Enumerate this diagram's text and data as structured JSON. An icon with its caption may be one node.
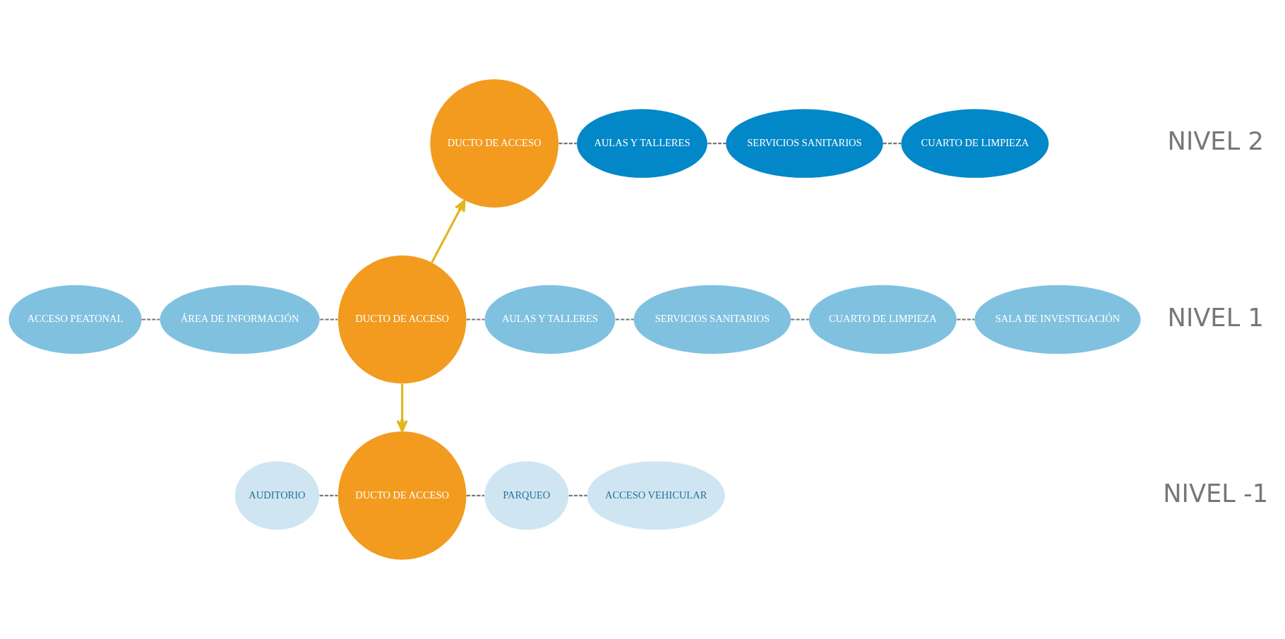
{
  "diagram": {
    "nodes": [
      {
        "text": [
          "DUCTO DE ACCESO"
        ]
      },
      {
        "text": [
          "AULAS Y TALLERES"
        ]
      },
      {
        "text": [
          "SERVICIOS SANITARIOS"
        ]
      },
      {
        "text": [
          "CUARTO DE LIMPIEZA"
        ]
      },
      {
        "text": [
          "ACCESO PEATONAL"
        ]
      },
      {
        "text": [
          "ÁREA DE INFORMACIÓN"
        ]
      },
      {
        "text": [
          "DUCTO DE ACCESO"
        ]
      },
      {
        "text": [
          "AULAS Y TALLERES"
        ]
      },
      {
        "text": [
          "SERVICIOS SANITARIOS"
        ]
      },
      {
        "text": [
          "CUARTO DE LIMPIEZA"
        ]
      },
      {
        "text": [
          "SALA DE INVESTIGACIÓN"
        ]
      },
      {
        "text": [
          "AUDITORIO"
        ]
      },
      {
        "text": [
          "DUCTO DE ACCESO"
        ]
      },
      {
        "text": [
          "PARQUEO"
        ]
      },
      {
        "text": [
          "ACCESO VEHICULAR"
        ]
      }
    ],
    "edges": [
      {
        "from": 0,
        "to": 1,
        "arrow": "none",
        "style": "dashed"
      },
      {
        "from": 1,
        "to": 2,
        "arrow": "none",
        "style": "dashed"
      },
      {
        "from": 2,
        "to": 3,
        "arrow": "none",
        "style": "dashed"
      },
      {
        "from": 4,
        "to": 5,
        "arrow": "none",
        "style": "dashed"
      },
      {
        "from": 5,
        "to": 6,
        "arrow": "none",
        "style": "dashed"
      },
      {
        "from": 6,
        "to": 7,
        "arrow": "none",
        "style": "dashed"
      },
      {
        "from": 7,
        "to": 8,
        "arrow": "none",
        "style": "dashed"
      },
      {
        "from": 8,
        "to": 9,
        "arrow": "none",
        "style": "dashed"
      },
      {
        "from": 9,
        "to": 10,
        "arrow": "none",
        "style": "dashed"
      },
      {
        "from": 11,
        "to": 12,
        "arrow": "none",
        "style": "dashed"
      },
      {
        "from": 12,
        "to": 13,
        "arrow": "none",
        "style": "dashed"
      },
      {
        "from": 13,
        "to": 14,
        "arrow": "none",
        "style": "dashed"
      },
      {
        "from": 6,
        "to": 0,
        "arrow": "to",
        "color": "#e3b51c"
      },
      {
        "from": 6,
        "to": 12,
        "arrow": "to",
        "color": "#e3b51c"
      }
    ],
    "labels": [
      "NIVEL 2",
      "NIVEL 1",
      "NIVEL -1"
    ]
  }
}
